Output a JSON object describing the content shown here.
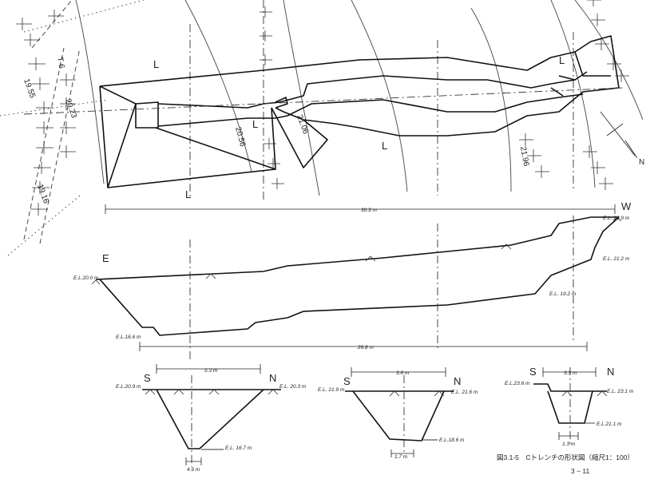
{
  "plan": {
    "contours": [
      "19.55",
      "20.23",
      "20.56",
      "21.06",
      "21.96",
      "19.16"
    ],
    "grid_mark": "T-6",
    "quadrant_marks": [
      "L",
      "L",
      "L",
      "L",
      "L"
    ],
    "north": "N"
  },
  "profile": {
    "east_label": "E",
    "west_label": "W",
    "top_length": "30.3 m",
    "bottom_length": "26.8 m",
    "el_east_top": "E.L.20.0 m",
    "el_east_bottom": "E.L.16.6 m",
    "el_west_top": "E.L. 23.9 m",
    "el_west_mid": "E.L. 21.2 m",
    "el_west_bottom": "E.L. 19.2 m"
  },
  "sections": [
    {
      "south": "S",
      "north": "N",
      "top_width": "5.3 m",
      "el_left": "E.L.20.9 m",
      "el_right": "E.L. 20.3 m",
      "el_bottom": "E.L. 16.7 m",
      "bottom_width": "4.9 m"
    },
    {
      "south": "S",
      "north": "N",
      "top_width": "3.6 m",
      "el_left": "E.L. 21.9 m",
      "el_right": "E.L. 21.6 m",
      "el_bottom": "E.L.18.6 m",
      "bottom_width": "1.7 m"
    },
    {
      "south": "S",
      "north": "N",
      "top_width": "3.3 m",
      "el_left": "E.L.23.6 m",
      "el_right": "E.L. 23.1 m",
      "el_bottom": "E.L.21.1 m",
      "bottom_width": "1.3 m"
    }
  ],
  "caption": "図3.1-5　Cトレンチの形状図（縮尺1：100）",
  "page_number": "3 − 11"
}
